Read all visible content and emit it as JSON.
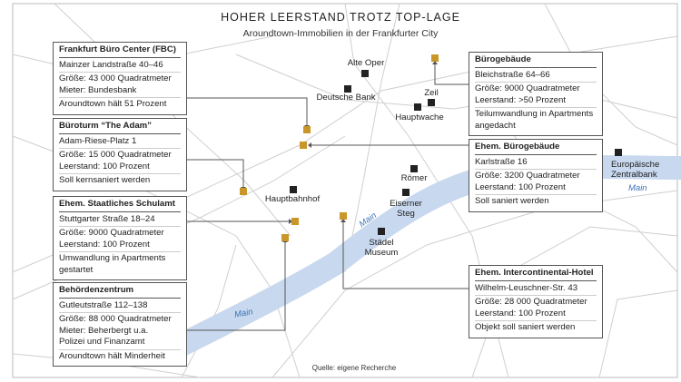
{
  "header": {
    "title": "HOHER LEERSTAND TROTZ TOP-LAGE",
    "subtitle": "Aroundtown-Immobilien in der Frankfurter City"
  },
  "properties": [
    {
      "name": "Frankfurt Büro Center (FBC)",
      "rows": [
        "Mainzer Landstraße 40–46",
        "Größe: 43 000 Quadratmeter\nMieter: Bundesbank",
        "Aroundtown hält 51 Prozent"
      ]
    },
    {
      "name": "Büroturm “The Adam”",
      "rows": [
        "Adam-Riese-Platz 1",
        "Größe: 15 000 Quadratmeter\nLeerstand: 100 Prozent",
        "Soll kernsaniert werden"
      ]
    },
    {
      "name": "Ehem. Staatliches Schulamt",
      "rows": [
        "Stuttgarter Straße 18–24",
        "Größe: 9000 Quadratmeter\nLeerstand: 100 Prozent",
        "Umwandlung in Apartments gestartet"
      ]
    },
    {
      "name": "Behördenzentrum",
      "rows": [
        "Gutleutstraße 112–138",
        "Größe: 88 000 Quadratmeter\nMieter: Beherbergt u.a.\nPolizei und Finanzamt",
        "Aroundtown hält Minderheit"
      ]
    },
    {
      "name": "Bürogebäude",
      "rows": [
        "Bleichstraße 64–66",
        "Größe: 9000 Quadratmeter\nLeerstand: >50 Prozent",
        "Teilumwandlung in Apartments angedacht"
      ]
    },
    {
      "name": "Ehem. Bürogebäude",
      "rows": [
        "Karlstraße 16",
        "Größe: 3200 Quadratmeter\nLeerstand: 100 Prozent",
        "Soll saniert werden"
      ]
    },
    {
      "name": "Ehem. Intercontinental-Hotel",
      "rows": [
        "Wilhelm-Leuschner-Str. 43",
        "Größe: 28 000 Quadratmeter\nLeerstand: 100 Prozent",
        "Objekt soll saniert werden"
      ]
    }
  ],
  "landmarks": [
    "Alte Oper",
    "Deutsche Bank",
    "Zeil",
    "Hauptwache",
    "Römer",
    "Eiserner Steg",
    "Hauptbahnhof",
    "Städel Museum",
    "Europäische Zentralbank"
  ],
  "river": "Main",
  "source": "Quelle: eigene Recherche",
  "colors": {
    "property_marker": "#c9962a",
    "landmark_marker": "#222222",
    "river": "#c8d8ee",
    "river_label": "#3d73b8"
  }
}
